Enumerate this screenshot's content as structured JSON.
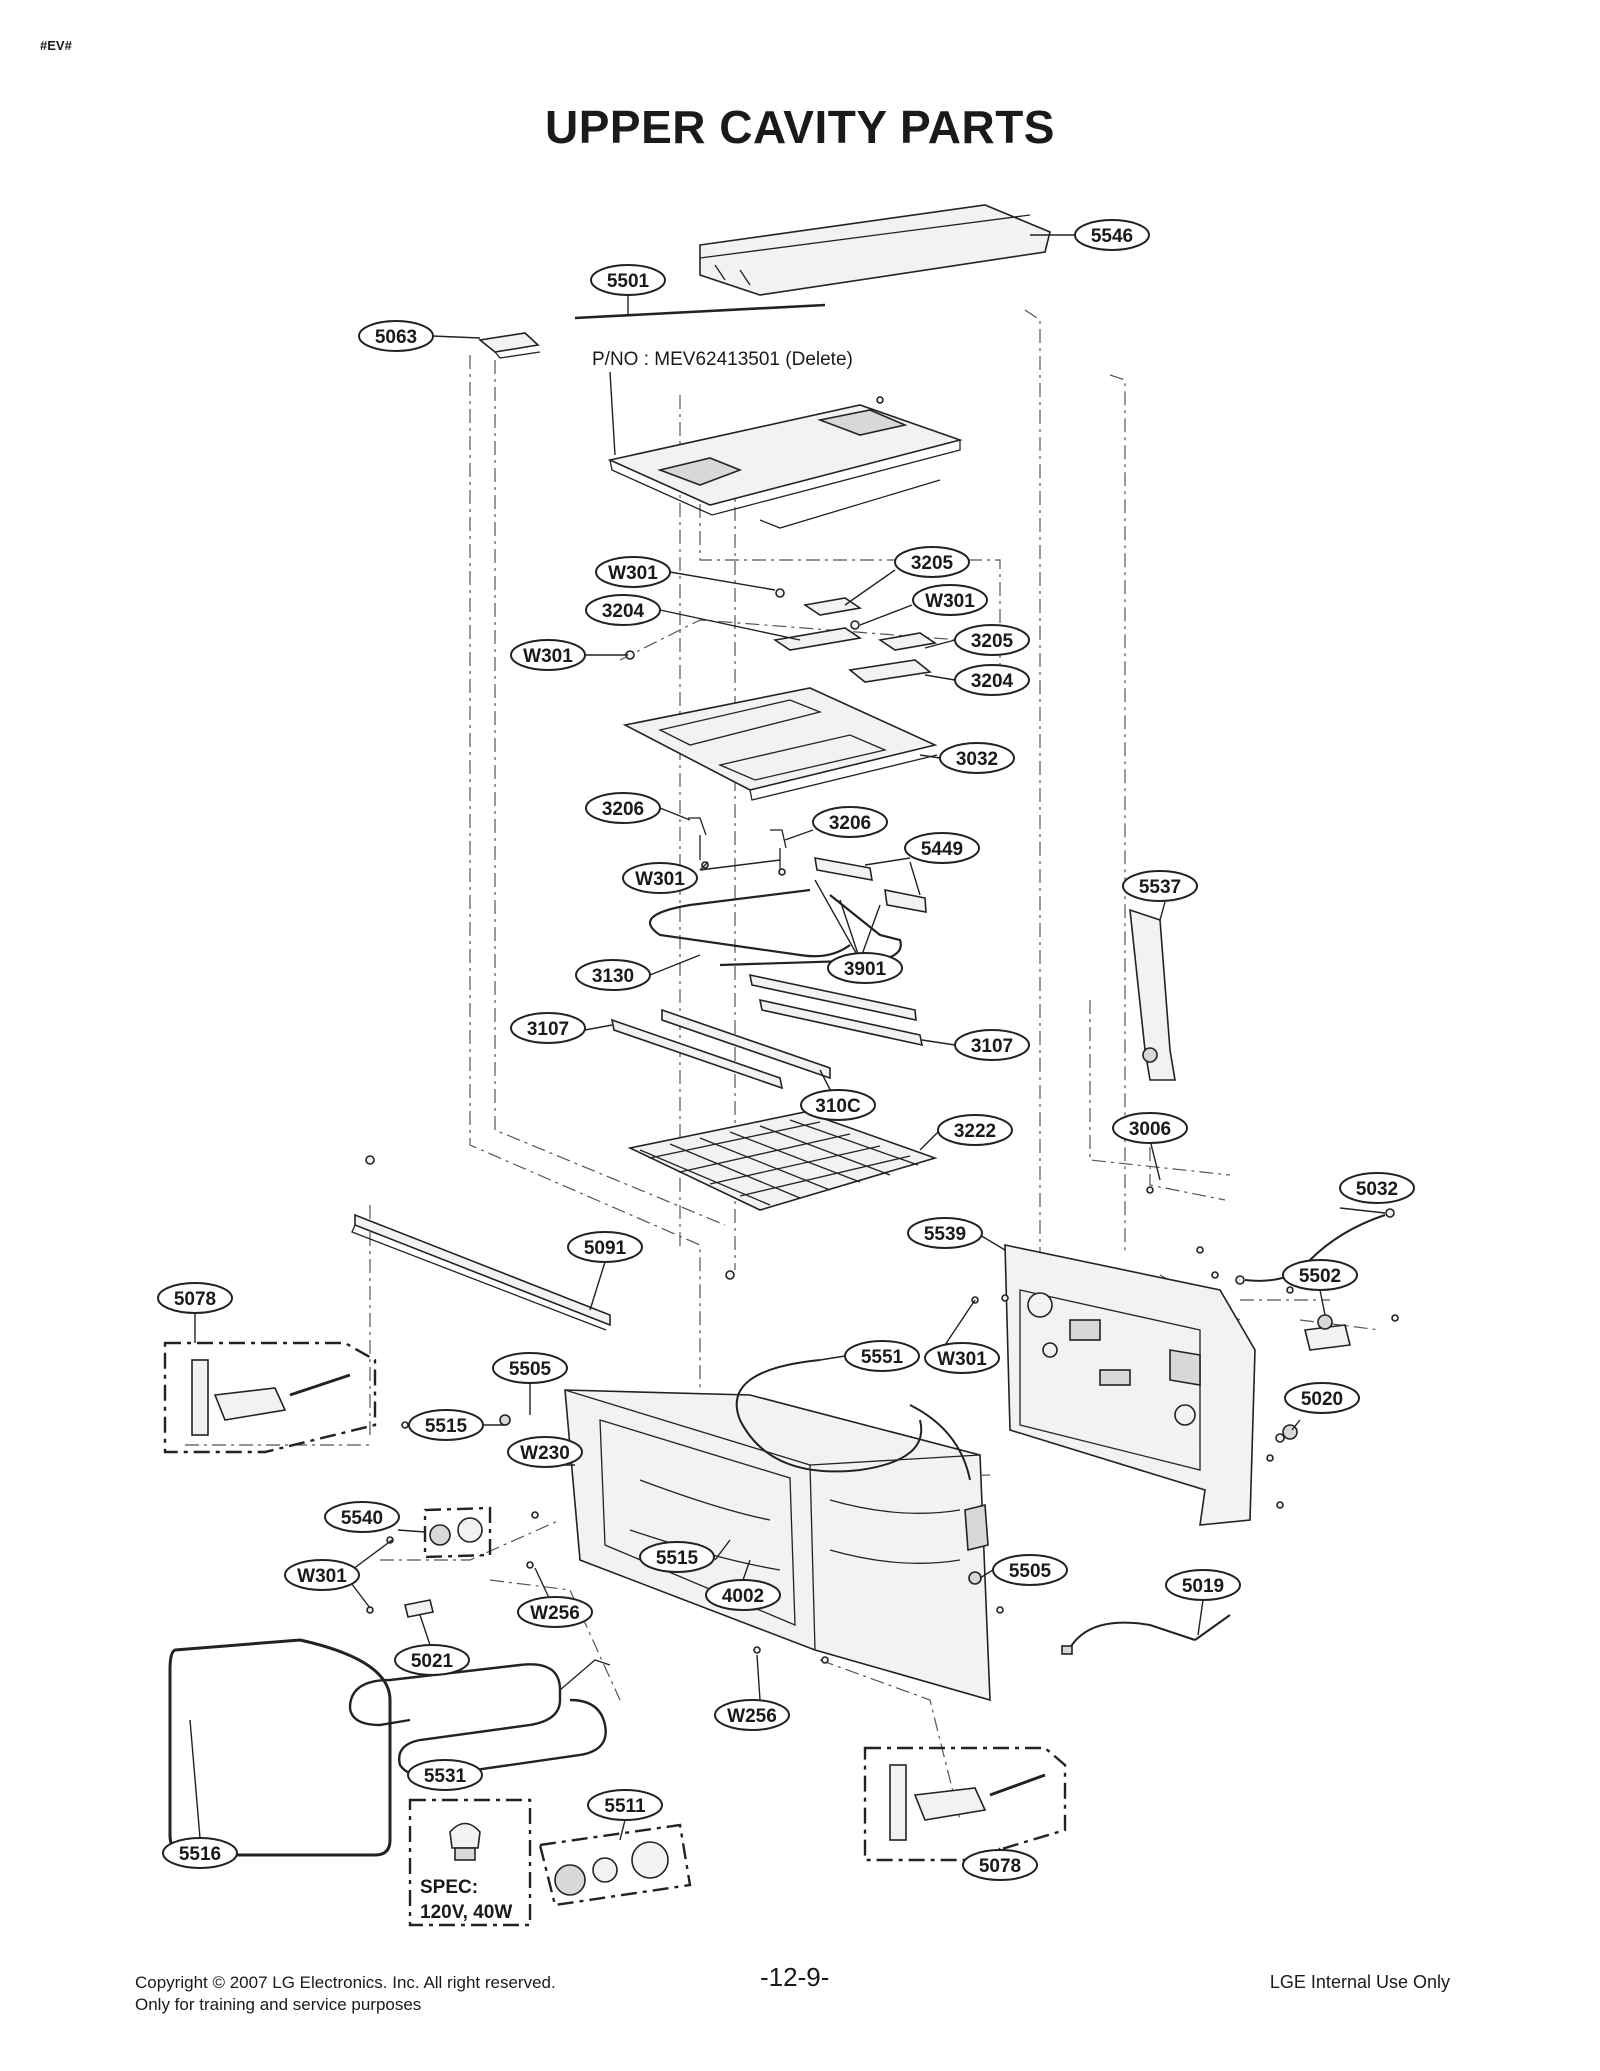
{
  "header": {
    "tag": "#EV#",
    "title": "UPPER CAVITY PARTS"
  },
  "note": "P/NO : MEV62413501 (Delete)",
  "spec": {
    "line1": "SPEC:",
    "line2": "120V, 40W"
  },
  "callouts": [
    "5546",
    "5501",
    "5063",
    "W301",
    "3205",
    "W301",
    "3204",
    "3205",
    "W301",
    "3204",
    "3032",
    "3206",
    "3206",
    "5449",
    "W301",
    "5537",
    "3130",
    "3901",
    "3107",
    "3107",
    "310C",
    "3222",
    "3006",
    "5032",
    "5539",
    "5091",
    "5078",
    "5502",
    "5551",
    "5505",
    "W301",
    "5515",
    "W230",
    "5020",
    "5540",
    "5515",
    "4002",
    "5505",
    "W301",
    "W256",
    "5021",
    "5019",
    "W256",
    "5531",
    "5511",
    "5516",
    "5078"
  ],
  "footer": {
    "copyright": "Copyright © 2007 LG Electronics. Inc. All right reserved.",
    "training": "Only for training and service purposes",
    "page": "-12-9-",
    "internal": "LGE Internal Use Only"
  }
}
